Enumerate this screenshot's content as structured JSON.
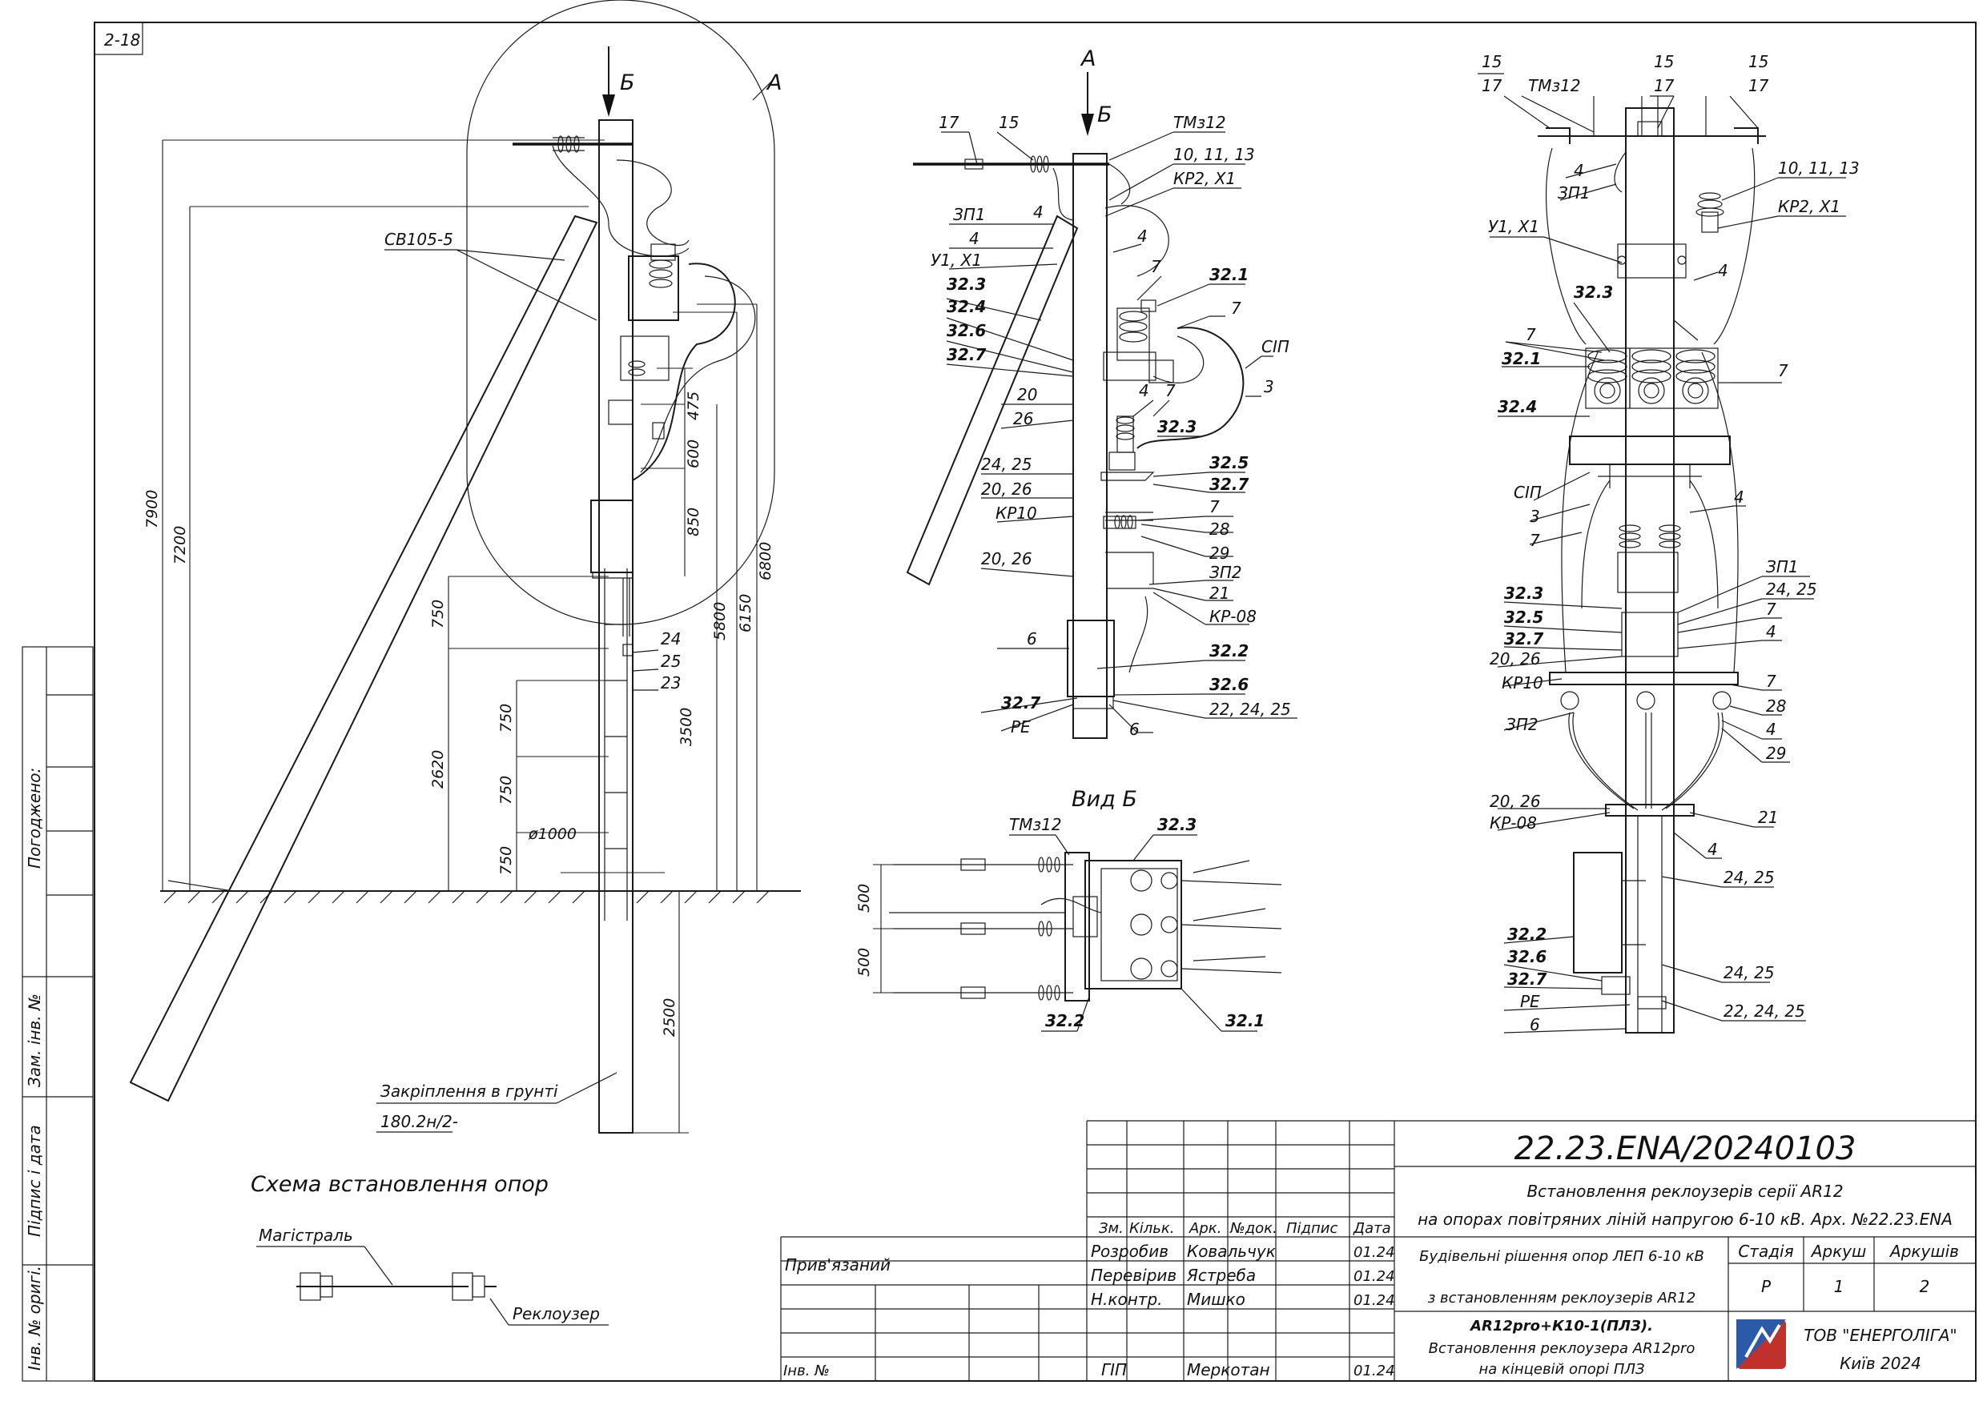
{
  "sheet_code": "2-18",
  "left_strip": {
    "agreed": "Погоджено:",
    "replace_inv": "Зам. інв. №",
    "sign_date": "Підпис і дата",
    "orig_inv": "Інв. № оригі."
  },
  "view1": {
    "arrow_b": "Б",
    "circle_a": "А",
    "sv_label": "СВ105-5",
    "dims": [
      "7900",
      "7200",
      "475",
      "600",
      "850",
      "5800",
      "6150",
      "6800",
      "750",
      "2620",
      "750",
      "750",
      "750",
      "3500",
      "2500"
    ],
    "diameter": "ø1000",
    "items": [
      "24",
      "25",
      "23"
    ],
    "ground_fix": "Закріплення в грунті",
    "ground_ref": "180.2н/2-"
  },
  "view2": {
    "arrow_a": "А",
    "arrow_b": "Б",
    "left": [
      "17",
      "15",
      "ЗП1",
      "4",
      "У1, Х1",
      "4",
      "32.3",
      "32.4",
      "32.6",
      "32.7",
      "20",
      "26",
      "24, 25",
      "20, 26",
      "КР10",
      "20, 26",
      "6",
      "32.7",
      "РЕ"
    ],
    "right": [
      "ТМз12",
      "10, 11, 13",
      "КР2, Х1",
      "4",
      "7",
      "32.1",
      "7",
      "СІП",
      "3",
      "4",
      "7",
      "32.3",
      "32.5",
      "32.7",
      "7",
      "28",
      "29",
      "ЗП2",
      "21",
      "КР-08",
      "32.2",
      "32.6",
      "22, 24, 25",
      "6"
    ]
  },
  "view_b": {
    "title": "Вид Б",
    "labels": [
      "ТМз12",
      "32.3",
      "32.2",
      "32.1"
    ],
    "dims": [
      "500",
      "500"
    ]
  },
  "view3": {
    "top": [
      "15",
      "17",
      "ТМз12",
      "15",
      "17",
      "15",
      "17"
    ],
    "left": [
      "4",
      "ЗП1",
      "У1, Х1",
      "32.3",
      "7",
      "32.1",
      "32.4",
      "СІП",
      "3",
      "7",
      "32.3",
      "32.5",
      "32.7",
      "20, 26",
      "КР10",
      "ЗП2",
      "20, 26",
      "КР-08",
      "32.2",
      "32.6",
      "32.7",
      "РЕ",
      "6"
    ],
    "right": [
      "10, 11, 13",
      "КР2, Х1",
      "4",
      "7",
      "4",
      "ЗП1",
      "24, 25",
      "7",
      "4",
      "7",
      "28",
      "4",
      "29",
      "21",
      "4",
      "24, 25",
      "24, 25",
      "22, 24, 25"
    ]
  },
  "scheme": {
    "title": "Схема встановлення опор",
    "main_line": "Магістраль",
    "recloser": "Реклоузер"
  },
  "title_block": {
    "doc_number": "22.23.ENA/20240103",
    "title_line1": "Встановлення реклоузерів серії AR12",
    "title_line2": "на опорах повітряних ліній напругою 6-10 кВ. Арх. №22.23.ENA",
    "section_line1": "Будівельні рішення опор ЛЕП 6-10 кВ",
    "section_line2": "з встановленням реклоузерів AR12",
    "drawing_line1": "AR12pro+К10-1(ПЛЗ).",
    "drawing_line2": "Встановлення реклоузера AR12pro",
    "drawing_line3": "на кінцевій опорі ПЛЗ",
    "columns": [
      "Зм.",
      "Кільк.",
      "Арк.",
      "№док.",
      "Підпис",
      "Дата"
    ],
    "stage_header": "Стадія",
    "sheet_header": "Аркуш",
    "sheets_header": "Аркушів",
    "stage": "Р",
    "sheet": "1",
    "sheets": "2",
    "linked": "Прив'язаний",
    "inv_no": "Інв. №",
    "people": [
      {
        "role": "Розробив",
        "name": "Ковальчук",
        "date": "01.24"
      },
      {
        "role": "Перевірив",
        "name": "Ястреба",
        "date": "01.24"
      },
      {
        "role": "Н.контр.",
        "name": "Мишко",
        "date": "01.24"
      },
      {
        "role": "ГІП",
        "name": "Меркотан",
        "date": "01.24"
      }
    ],
    "company": "ТОВ \"ЕНЕРГОЛІГА\"",
    "city_year": "Київ 2024"
  }
}
